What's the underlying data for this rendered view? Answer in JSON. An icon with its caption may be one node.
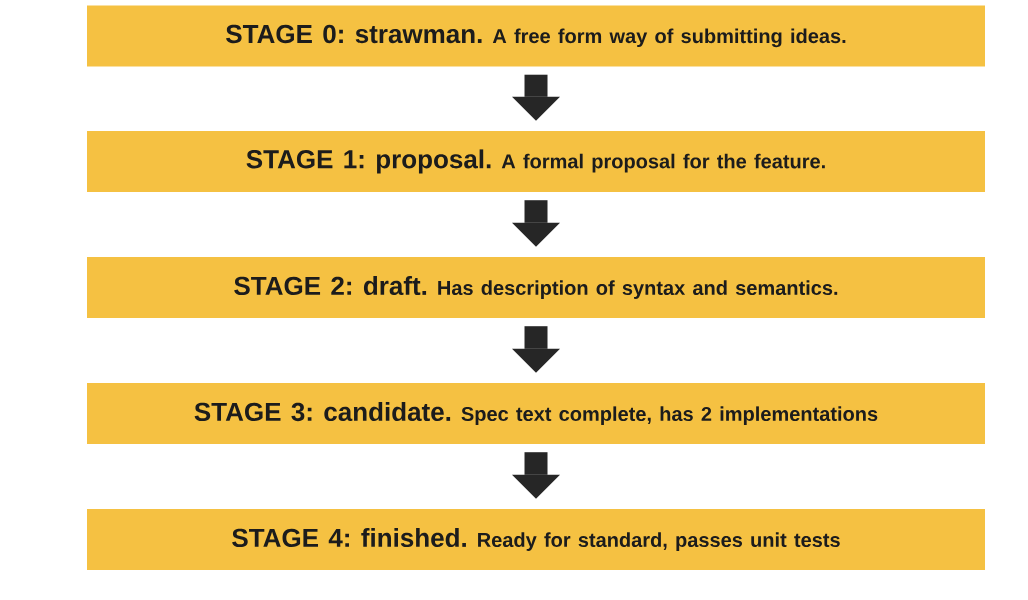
{
  "diagram": {
    "nodes": [
      {
        "text": [
          "STAGE 0: strawman.",
          "A free form way of submitting ideas."
        ]
      },
      {
        "text": [
          "STAGE 1: proposal.",
          "A formal proposal for the feature."
        ]
      },
      {
        "text": [
          "STAGE 2: draft.",
          "Has description of syntax and semantics."
        ]
      },
      {
        "text": [
          "STAGE 3: candidate.",
          "Spec text complete, has 2 implementations"
        ]
      },
      {
        "text": [
          "STAGE 4: finished.",
          "Ready for standard, passes unit tests"
        ]
      }
    ],
    "edges": [
      {
        "from": 0,
        "to": 1,
        "arrow": "to"
      },
      {
        "from": 1,
        "to": 2,
        "arrow": "to"
      },
      {
        "from": 2,
        "to": 3,
        "arrow": "to"
      },
      {
        "from": 3,
        "to": 4,
        "arrow": "to"
      }
    ]
  }
}
